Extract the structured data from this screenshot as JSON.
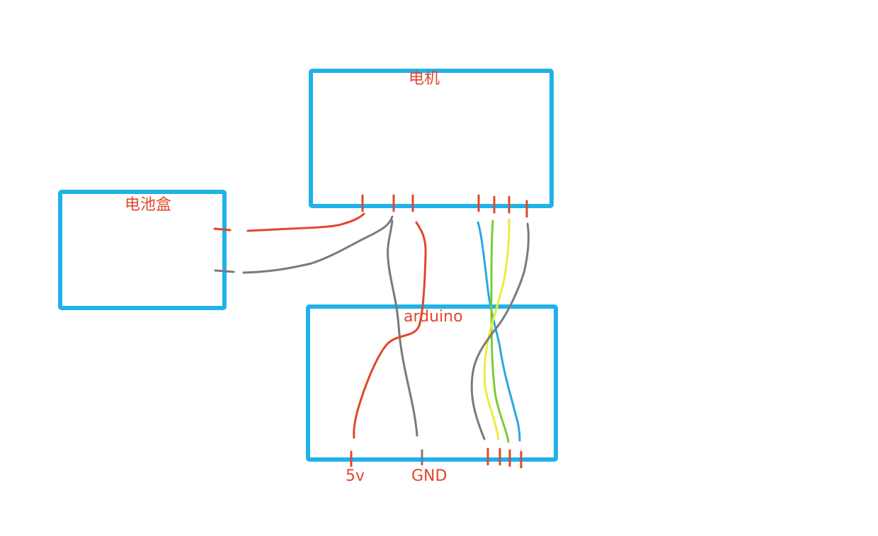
{
  "components": {
    "motor": {
      "label": "电机"
    },
    "battery_box": {
      "label": "电池盒"
    },
    "arduino": {
      "label": "arduino"
    }
  },
  "pins": {
    "power_5v": "5v",
    "ground": "GND"
  },
  "colors": {
    "box_outline": "#1fb2ea",
    "label_text": "#e0472a",
    "wire_red": "#e0472a",
    "wire_gray": "#7a7a7a",
    "wire_blue": "#29a9df",
    "wire_green": "#7ccc35",
    "wire_yellow": "#ecec3c"
  }
}
